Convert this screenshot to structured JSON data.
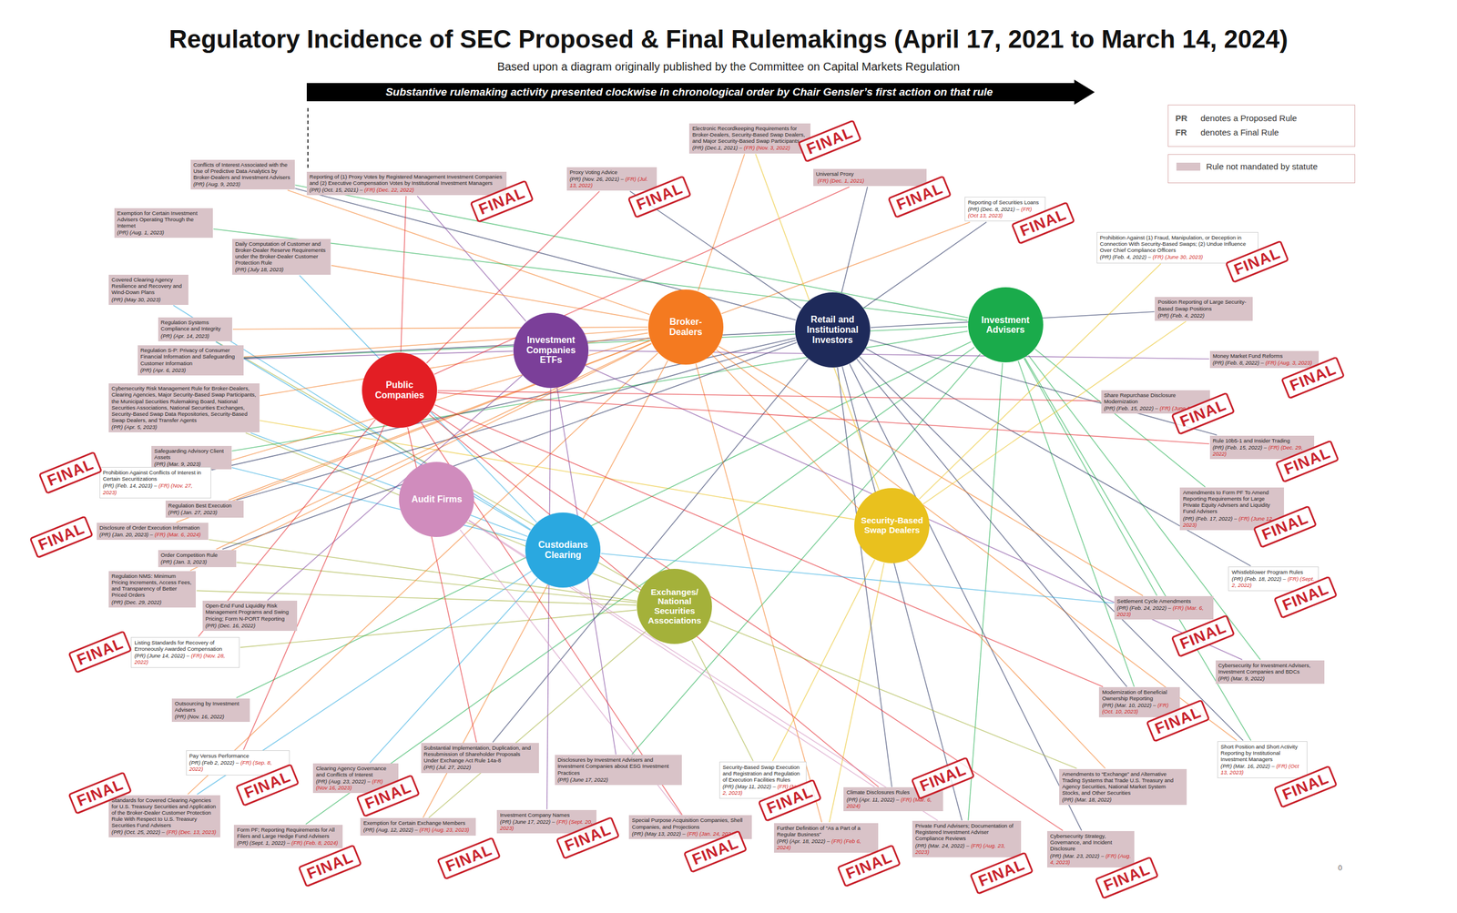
{
  "diagram": {
    "title": "Regulatory Incidence of SEC Proposed & Final Rulemakings (April 17, 2021 to March 14, 2024)",
    "caption": "Based upon a diagram originally published by the Committee on Capital Markets Regulation",
    "nodes": [
      {
        "text": [
          "Substantive rulemaking activity presented clockwise in chronological order by Chair Gensler’s first action on that rule"
        ]
      },
      {
        "text": [
          "Public Companies"
        ]
      },
      {
        "text": [
          "Investment Companies ETFs"
        ]
      },
      {
        "text": [
          "Broker-Dealers"
        ]
      },
      {
        "text": [
          "Retail and Institutional Investors"
        ]
      },
      {
        "text": [
          "Investment Advisers"
        ]
      },
      {
        "text": [
          "Audit Firms"
        ]
      },
      {
        "text": [
          "Custodians Clearing"
        ]
      },
      {
        "text": [
          "Exchanges/ National Securities Associations"
        ]
      },
      {
        "text": [
          "Security-Based Swap Dealers"
        ]
      },
      {
        "text": [
          "Conflicts of Interest Associated with the Use of Predictive Data Analytics by Broker-Dealers and Investment Advisers",
          "(PR) (Aug. 9, 2023)"
        ]
      },
      {
        "text": [
          "Exemption for Certain Investment Advisers Operating Through the Internet",
          "(PR) (Aug. 1, 2023)"
        ]
      },
      {
        "text": [
          "Reporting of (1) Proxy Votes by Registered Management Investment Companies and (2) Executive Compensation Votes by Institutional Investment Managers",
          "(PR) (Oct. 15, 2021) –",
          "(FR) (Dec. 22, 2022)"
        ]
      },
      {
        "text": [
          "Daily Computation of Customer and Broker-Dealer Reserve Requirements under the Broker-Dealer Customer Protection Rule",
          "(PR) (July 18, 2023)"
        ]
      },
      {
        "text": [
          "Covered Clearing Agency Resilience and Recovery and Wind-Down Plans",
          "(PR) (May 30, 2023)"
        ]
      },
      {
        "text": [
          "Regulation Systems Compliance and Integrity",
          "(PR) (Apr. 14, 2023)"
        ]
      },
      {
        "text": [
          "Regulation S-P: Privacy of Consumer Financial Information and Safeguarding Customer Information",
          "(PR) (Apr. 6, 2023)"
        ]
      },
      {
        "text": [
          "Cybersecurity Risk Management Rule for Broker-Dealers, Clearing Agencies, Major Security-Based Swap Participants, the Municipal Securities Rulemaking Board, National Securities Associations, National Securities Exchanges, Security-Based Swap Data Repositories, Security-Based Swap Dealers, and Transfer Agents",
          "(PR) (Apr. 5, 2023)"
        ]
      },
      {
        "text": [
          "Safeguarding Advisory Client Assets",
          "(PR) (Mar. 9, 2023)"
        ]
      },
      {
        "text": [
          "Prohibition Against Conflicts of Interest in Certain Securitizations",
          "(PR) (Feb. 14, 2023) –",
          "(FR) (Nov. 27, 2023)"
        ]
      },
      {
        "text": [
          "Regulation Best Execution",
          "(PR) (Jan. 27, 2023)"
        ]
      },
      {
        "text": [
          "Disclosure of Order Execution Information",
          "(PR) (Jan. 20, 2023) –",
          "(FR) (Mar. 6, 2024)"
        ]
      },
      {
        "text": [
          "Order Competition Rule",
          "(PR) (Jan. 3, 2023)"
        ]
      },
      {
        "text": [
          "Regulation NMS: Minimum Pricing Increments, Access Fees, and Transparency of Better Priced Orders",
          "(PR) (Dec. 29, 2022)"
        ]
      },
      {
        "text": [
          "Open-End Fund Liquidity Risk Management Programs and Swing Pricing; Form N-PORT Reporting",
          "(PR) (Dec. 16, 2022)"
        ]
      },
      {
        "text": [
          "Listing Standards for Recovery of Erroneously Awarded Compensation",
          "(PR) (June 14, 2022) –",
          "(FR) (Nov. 28, 2022)"
        ]
      },
      {
        "text": [
          "Outsourcing by Investment Advisers",
          "(PR) (Nov. 16, 2022)"
        ]
      },
      {
        "text": [
          "Pay Versus Performance",
          "(PR) (Feb 2, 2022) –",
          "(FR) (Sep. 8, 2022)"
        ]
      },
      {
        "text": [
          "Standards for Covered Clearing Agencies for U.S. Treasury Securities and Application of the Broker-Dealer Customer Protection Rule With Respect to U.S. Treasury Securities Fund Advisers",
          "(PR) (Oct. 25, 2022) –",
          "(FR) (Dec. 13, 2023)"
        ]
      },
      {
        "text": [
          "Clearing Agency Governance and Conflicts of Interest",
          "(PR) (Aug. 23, 2022) –",
          "(FR) (Nov 16, 2023)"
        ]
      },
      {
        "text": [
          "Form PF; Reporting Requirements for All Filers and Large Hedge Fund Advisers",
          "(PR) (Sept. 1, 2022) –",
          "(FR) (Feb. 8, 2024)"
        ]
      },
      {
        "text": [
          "Exemption for Certain Exchange Members",
          "(PR) (Aug. 12, 2022) –",
          "(FR) (Aug. 23, 2023)"
        ]
      },
      {
        "text": [
          "Substantial Implementation, Duplication, and Resubmission of Shareholder Proposals Under Exchange Act Rule 14a-8",
          "(PR) (Jul. 27, 2022)"
        ]
      },
      {
        "text": [
          "Investment Company Names",
          "(PR) (June 17, 2022) –",
          "(FR) (Sept. 20, 2023)"
        ]
      },
      {
        "text": [
          "Disclosures by Investment Advisers and Investment Companies about ESG Investment Practices",
          "(PR) (June 17, 2022)"
        ]
      },
      {
        "text": [
          "Special Purpose Acquisition Companies, Shell Companies, and Projections",
          "(PR) (May 13, 2022) –",
          "(FR) (Jan. 24, 2024)"
        ]
      },
      {
        "text": [
          "Security-Based Swap Execution and Registration and Regulation of Execution Facilities Rules",
          "(PR) (May 11, 2022) –",
          "(FR) (Nov 2, 2023)"
        ]
      },
      {
        "text": [
          "Further Definition of “As a Part of a Regular Business”",
          "(PR) (Apr. 18, 2022) –",
          "(FR) (Feb 6, 2024)"
        ]
      },
      {
        "text": [
          "Climate Disclosures Rules",
          "(PR) (Apr. 11, 2022) –",
          "(FR) (Mar. 6, 2024)"
        ]
      },
      {
        "text": [
          "Private Fund Advisers; Documentation of Registered Investment Adviser Compliance Reviews",
          "(PR) (Mar. 24, 2022) –",
          "(FR) (Aug. 23, 2023)"
        ]
      },
      {
        "text": [
          "Cybersecurity Strategy, Governance, and Incident Disclosure",
          "(PR) (Mar. 23, 2022) –",
          "(FR) (Aug. 4, 2023)"
        ]
      },
      {
        "text": [
          "Amendments to “Exchange” and Alternative Trading Systems that Trade U.S. Treasury and Agency Securities, National Market System Stocks, and Other Securities",
          "(PR) (Mar. 18, 2022)"
        ]
      },
      {
        "text": [
          "Short Position and Short Activity Reporting by Institutional Investment Managers",
          "(PR) (Mar. 16, 2022) –",
          "(FR) (Oct 13, 2023)"
        ]
      },
      {
        "text": [
          "Modernization of Beneficial Ownership Reporting",
          "(PR) (Mar. 10, 2022) –",
          "(FR) (Oct. 10, 2023)"
        ]
      },
      {
        "text": [
          "Cybersecurity for Investment Advisers, Investment Companies and BDCs",
          "(PR) (Mar. 9, 2022)"
        ]
      },
      {
        "text": [
          "Settlement Cycle Amendments",
          "(PR) (Feb. 24, 2022) –",
          "(FR) (Mar. 6, 2023)"
        ]
      },
      {
        "text": [
          "Whistleblower Program Rules",
          "(PR) (Feb. 18, 2022) –",
          "(FR) (Sept. 2, 2022)"
        ]
      },
      {
        "text": [
          "Amendments to Form PF To Amend Reporting Requirements for Large Private Equity Advisers and Liquidity Fund Advisers",
          "(PR) (Feb. 17, 2022) –",
          "(FR) (June 12, 2023)"
        ]
      },
      {
        "text": [
          "Rule 10b5-1 and Insider Trading",
          "(PR) (Feb. 15, 2022) –",
          "(FR) (Dec. 29, 2022)"
        ]
      },
      {
        "text": [
          "Share Repurchase Disclosure Modernization",
          "(PR) (Feb. 15, 2022) –",
          "(FR) (June 1, 2023)"
        ]
      },
      {
        "text": [
          "Money Market Fund Reforms",
          "(PR) (Feb. 8, 2022) –",
          "(FR) (Aug. 3, 2023)"
        ]
      },
      {
        "text": [
          "Position Reporting of Large Security-Based Swap Positions",
          "(PR) (Feb. 4, 2022)"
        ]
      },
      {
        "text": [
          "Prohibition Against (1) Fraud, Manipulation, or Deception in Connection With Security-Based Swaps; (2) Undue Influence Over Chief Compliance Officers",
          "(PR) (Feb. 4, 2022) –",
          "(FR) (June 30, 2023)"
        ]
      },
      {
        "text": [
          "Reporting of Securities Loans",
          "(PR) (Dec. 8, 2021) –",
          "(FR) (Oct 13, 2023)"
        ]
      },
      {
        "text": [
          "Universal Proxy",
          "(FR) (Dec. 1, 2021)"
        ]
      },
      {
        "text": [
          "Electronic Recordkeeping Requirements for Broker-Dealers, Security-Based Swap Dealers, and Major Security-Based Swap Participants",
          "(PR) (Dec.1, 2021) –",
          "(FR) (Nov. 3, 2022)"
        ]
      },
      {
        "text": [
          "Proxy Voting Advice",
          "(PR) (Nov. 26, 2021) –",
          "(FR) (Jul. 13, 2022)"
        ]
      }
    ],
    "edges": [
      {
        "from": 10,
        "to": 3,
        "arrow": "none"
      },
      {
        "from": 10,
        "to": 5,
        "arrow": "none"
      },
      {
        "from": 10,
        "to": 4,
        "arrow": "none"
      },
      {
        "from": 11,
        "to": 5,
        "arrow": "none"
      },
      {
        "from": 12,
        "to": 2,
        "arrow": "none"
      },
      {
        "from": 12,
        "to": 1,
        "arrow": "none"
      },
      {
        "from": 13,
        "to": 3,
        "arrow": "none"
      },
      {
        "from": 13,
        "to": 7,
        "arrow": "none"
      },
      {
        "from": 14,
        "to": 7,
        "arrow": "none"
      },
      {
        "from": 15,
        "to": 8,
        "arrow": "none"
      },
      {
        "from": 15,
        "to": 7,
        "arrow": "none"
      },
      {
        "from": 15,
        "to": 3,
        "arrow": "none"
      },
      {
        "from": 16,
        "to": 3,
        "arrow": "none"
      },
      {
        "from": 16,
        "to": 5,
        "arrow": "none"
      },
      {
        "from": 16,
        "to": 2,
        "arrow": "none"
      },
      {
        "from": 16,
        "to": 4,
        "arrow": "none"
      },
      {
        "from": 17,
        "to": 3,
        "arrow": "none"
      },
      {
        "from": 17,
        "to": 7,
        "arrow": "none"
      },
      {
        "from": 17,
        "to": 8,
        "arrow": "none"
      },
      {
        "from": 17,
        "to": 9,
        "arrow": "none"
      },
      {
        "from": 18,
        "to": 5,
        "arrow": "none"
      },
      {
        "from": 18,
        "to": 7,
        "arrow": "none"
      },
      {
        "from": 19,
        "to": 3,
        "arrow": "none"
      },
      {
        "from": 19,
        "to": 4,
        "arrow": "none"
      },
      {
        "from": 20,
        "to": 3,
        "arrow": "none"
      },
      {
        "from": 20,
        "to": 4,
        "arrow": "none"
      },
      {
        "from": 21,
        "to": 3,
        "arrow": "none"
      },
      {
        "from": 21,
        "to": 8,
        "arrow": "none"
      },
      {
        "from": 22,
        "to": 3,
        "arrow": "none"
      },
      {
        "from": 22,
        "to": 8,
        "arrow": "none"
      },
      {
        "from": 22,
        "to": 4,
        "arrow": "none"
      },
      {
        "from": 23,
        "to": 8,
        "arrow": "none"
      },
      {
        "from": 23,
        "to": 3,
        "arrow": "none"
      },
      {
        "from": 24,
        "to": 2,
        "arrow": "none"
      },
      {
        "from": 25,
        "to": 1,
        "arrow": "none"
      },
      {
        "from": 25,
        "to": 8,
        "arrow": "none"
      },
      {
        "from": 26,
        "to": 5,
        "arrow": "none"
      },
      {
        "from": 27,
        "to": 1,
        "arrow": "none"
      },
      {
        "from": 28,
        "to": 7,
        "arrow": "none"
      },
      {
        "from": 28,
        "to": 3,
        "arrow": "none"
      },
      {
        "from": 29,
        "to": 7,
        "arrow": "none"
      },
      {
        "from": 30,
        "to": 5,
        "arrow": "none"
      },
      {
        "from": 31,
        "to": 3,
        "arrow": "none"
      },
      {
        "from": 31,
        "to": 8,
        "arrow": "none"
      },
      {
        "from": 32,
        "to": 1,
        "arrow": "none"
      },
      {
        "from": 32,
        "to": 4,
        "arrow": "none"
      },
      {
        "from": 33,
        "to": 2,
        "arrow": "none"
      },
      {
        "from": 34,
        "to": 5,
        "arrow": "none"
      },
      {
        "from": 34,
        "to": 2,
        "arrow": "none"
      },
      {
        "from": 35,
        "to": 1,
        "arrow": "none"
      },
      {
        "from": 35,
        "to": 6,
        "arrow": "none"
      },
      {
        "from": 36,
        "to": 9,
        "arrow": "none"
      },
      {
        "from": 36,
        "to": 8,
        "arrow": "none"
      },
      {
        "from": 37,
        "to": 3,
        "arrow": "none"
      },
      {
        "from": 37,
        "to": 9,
        "arrow": "none"
      },
      {
        "from": 38,
        "to": 1,
        "arrow": "none"
      },
      {
        "from": 38,
        "to": 6,
        "arrow": "none"
      },
      {
        "from": 38,
        "to": 4,
        "arrow": "none"
      },
      {
        "from": 39,
        "to": 5,
        "arrow": "none"
      },
      {
        "from": 39,
        "to": 4,
        "arrow": "none"
      },
      {
        "from": 39,
        "to": 6,
        "arrow": "none"
      },
      {
        "from": 40,
        "to": 1,
        "arrow": "none"
      },
      {
        "from": 40,
        "to": 4,
        "arrow": "none"
      },
      {
        "from": 41,
        "to": 8,
        "arrow": "none"
      },
      {
        "from": 41,
        "to": 3,
        "arrow": "none"
      },
      {
        "from": 42,
        "to": 5,
        "arrow": "none"
      },
      {
        "from": 42,
        "to": 3,
        "arrow": "none"
      },
      {
        "from": 42,
        "to": 4,
        "arrow": "none"
      },
      {
        "from": 43,
        "to": 4,
        "arrow": "none"
      },
      {
        "from": 43,
        "to": 5,
        "arrow": "none"
      },
      {
        "from": 43,
        "to": 1,
        "arrow": "none"
      },
      {
        "from": 44,
        "to": 5,
        "arrow": "none"
      },
      {
        "from": 44,
        "to": 2,
        "arrow": "none"
      },
      {
        "from": 45,
        "to": 3,
        "arrow": "none"
      },
      {
        "from": 45,
        "to": 7,
        "arrow": "none"
      },
      {
        "from": 45,
        "to": 5,
        "arrow": "none"
      },
      {
        "from": 46,
        "to": 4,
        "arrow": "none"
      },
      {
        "from": 47,
        "to": 5,
        "arrow": "none"
      },
      {
        "from": 48,
        "to": 1,
        "arrow": "none"
      },
      {
        "from": 48,
        "to": 4,
        "arrow": "none"
      },
      {
        "from": 49,
        "to": 1,
        "arrow": "none"
      },
      {
        "from": 50,
        "to": 2,
        "arrow": "none"
      },
      {
        "from": 51,
        "to": 9,
        "arrow": "none"
      },
      {
        "from": 51,
        "to": 4,
        "arrow": "none"
      },
      {
        "from": 52,
        "to": 9,
        "arrow": "none"
      },
      {
        "from": 53,
        "to": 3,
        "arrow": "none"
      },
      {
        "from": 53,
        "to": 4,
        "arrow": "none"
      },
      {
        "from": 54,
        "to": 1,
        "arrow": "none"
      },
      {
        "from": 54,
        "to": 4,
        "arrow": "none"
      },
      {
        "from": 55,
        "to": 3,
        "arrow": "none"
      },
      {
        "from": 55,
        "to": 9,
        "arrow": "none"
      },
      {
        "from": 56,
        "to": 1,
        "arrow": "none"
      },
      {
        "from": 56,
        "to": 4,
        "arrow": "none"
      }
    ],
    "labels": [
      "PR",
      "FR",
      "FINAL",
      "FINAL",
      "FINAL",
      "FINAL",
      "FINAL",
      "FINAL",
      "FINAL",
      "FINAL",
      "FINAL",
      "FINAL",
      "FINAL",
      "FINAL",
      "FINAL",
      "FINAL",
      "FINAL",
      "FINAL",
      "FINAL",
      "FINAL",
      "FINAL",
      "FINAL",
      "FINAL",
      "FINAL",
      "FINAL",
      "FINAL",
      "FINAL",
      "FINAL",
      "FINAL",
      "FINAL",
      "FINAL",
      "0"
    ],
    "legend": [
      {
        "text": "denotes a Proposed Rule"
      },
      {
        "text": "denotes a Final Rule"
      },
      {
        "text": "Rule not mandated by statute",
        "color": "#d9c3c8"
      }
    ]
  }
}
